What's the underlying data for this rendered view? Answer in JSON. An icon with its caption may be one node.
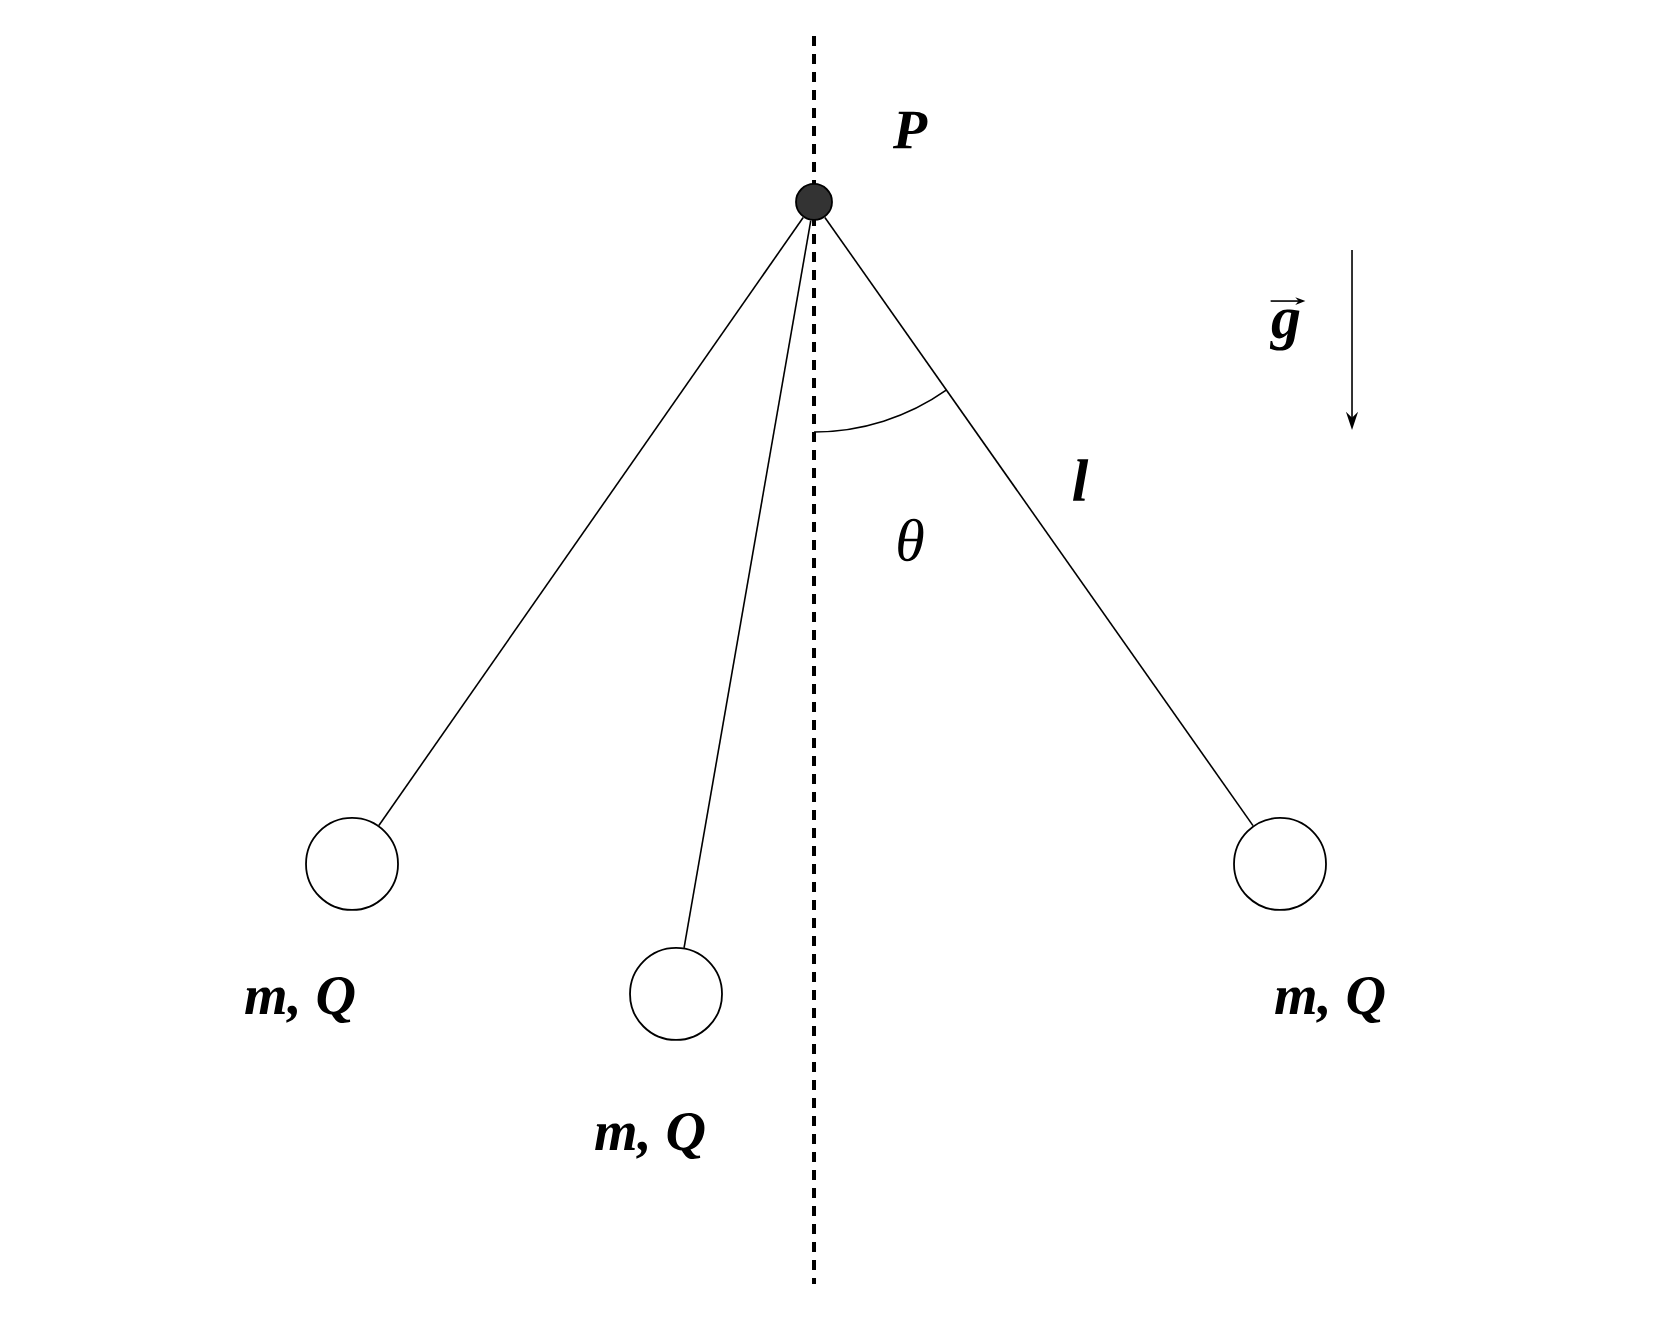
{
  "diagram": {
    "nodes": [
      {
        "text": [],
        "shape": "circle",
        "beside": [
          "P"
        ]
      },
      {
        "text": [],
        "shape": "circle",
        "beside": [
          "m, Q"
        ]
      },
      {
        "text": [],
        "shape": "circle",
        "beside": [
          "m, Q"
        ]
      },
      {
        "text": [],
        "shape": "circle",
        "beside": [
          "m, Q"
        ]
      }
    ],
    "edges": [
      {
        "from": 0,
        "to": 1,
        "arrow": "none"
      },
      {
        "from": 0,
        "to": 2,
        "arrow": "none"
      },
      {
        "from": 0,
        "to": 3,
        "arrow": "none"
      }
    ],
    "labels": [
      "θ",
      "l",
      "g"
    ]
  }
}
